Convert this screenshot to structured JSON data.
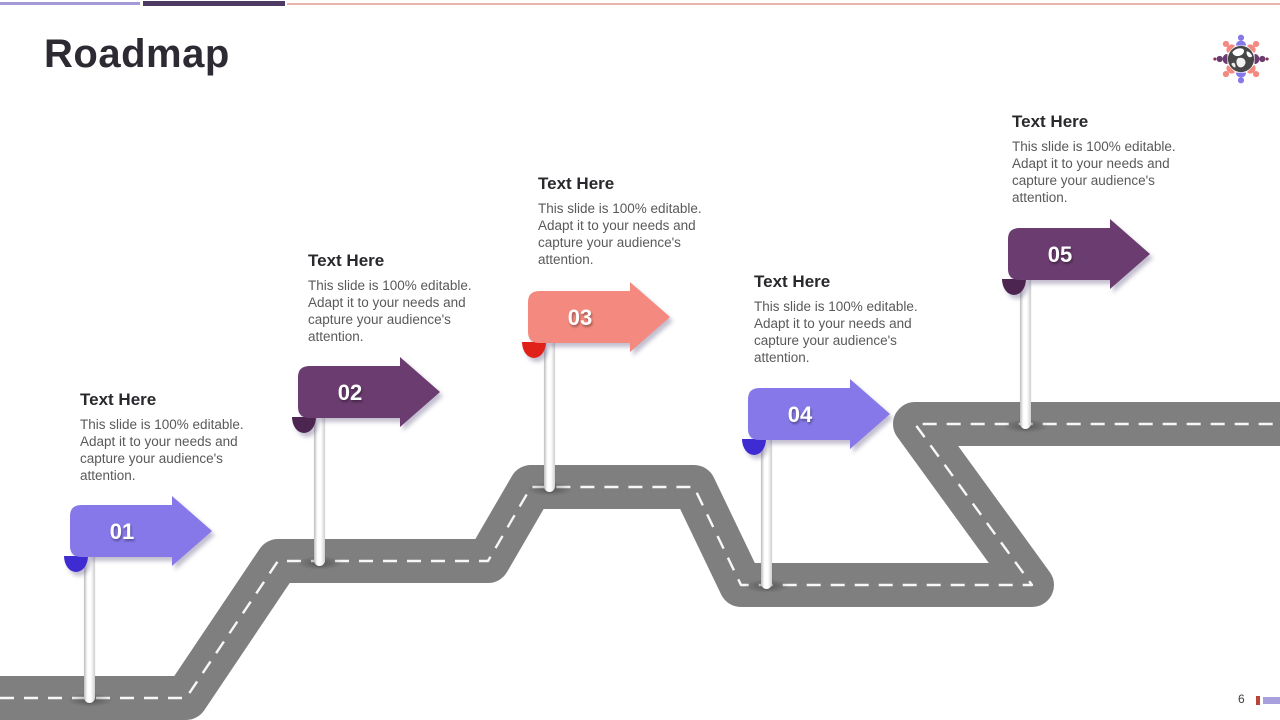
{
  "slide": {
    "title": "Roadmap",
    "page_number": "6"
  },
  "colors": {
    "top_bar_left": "#a49bd6",
    "top_bar_mid": "#4e3a63",
    "top_bar_right": "#eab3ac",
    "road_gray": "#7f7f7f",
    "road_dash": "#f7f7f7",
    "periwinkle": "#8678e8",
    "periwinkle_curl": "#3e2bd2",
    "plum": "#6b3c6f",
    "plum_curl": "#4c2550",
    "salmon": "#f4897f",
    "salmon_curl": "#e0211a",
    "logo_globe": "#474747",
    "logo_dot": "#8e2e4e",
    "footer_tick_red": "#b8453a",
    "footer_bar_purple": "#a8a0dc"
  },
  "milestones": [
    {
      "number": "01",
      "title": "Text Here",
      "body": "This slide is 100% editable. Adapt it to your needs and capture your audience's attention.",
      "banner_color": "#8678e8",
      "curl_color": "#3e2bd2"
    },
    {
      "number": "02",
      "title": "Text Here",
      "body": "This slide is 100% editable. Adapt it to your needs and capture your audience's attention.",
      "banner_color": "#6b3c6f",
      "curl_color": "#4c2550"
    },
    {
      "number": "03",
      "title": "Text Here",
      "body": "This slide is 100% editable. Adapt it to your needs and capture your audience's attention.",
      "banner_color": "#f4897f",
      "curl_color": "#e0211a"
    },
    {
      "number": "04",
      "title": "Text Here",
      "body": "This slide is 100% editable. Adapt it to your needs and capture your audience's attention.",
      "banner_color": "#8678e8",
      "curl_color": "#3e2bd2"
    },
    {
      "number": "05",
      "title": "Text Here",
      "body": "This slide is 100% editable. Adapt it to your needs and capture your audience's attention.",
      "banner_color": "#6b3c6f",
      "curl_color": "#4c2550"
    }
  ]
}
